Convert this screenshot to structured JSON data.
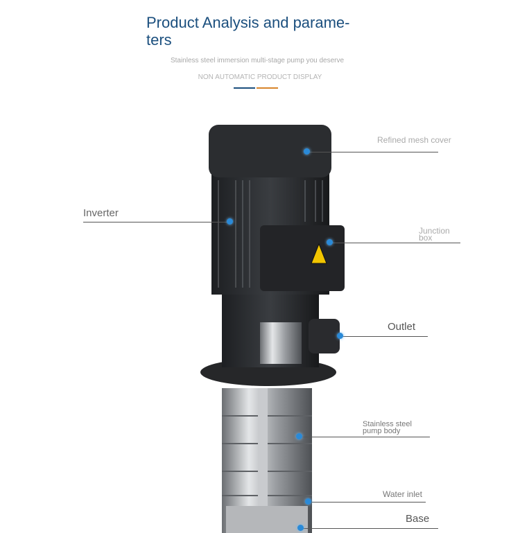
{
  "header": {
    "title": "Product Analysis and parame- ters",
    "subtitle": "Stainless steel immersion multi-stage pump you deserve",
    "display_label": "NON AUTOMATIC PRODUCT DISPLAY"
  },
  "colors": {
    "accent_blue": "#1b4f7e",
    "accent_orange": "#d8842a",
    "dot": "#2a8ad8"
  },
  "labels": {
    "mesh_cover": "Refined mesh cover",
    "inverter": "Inverter",
    "junction_box": "Junction box",
    "outlet": "Outlet",
    "pump_body": "Stainless steel pump body",
    "water_inlet": "Water inlet",
    "base": "Base"
  }
}
